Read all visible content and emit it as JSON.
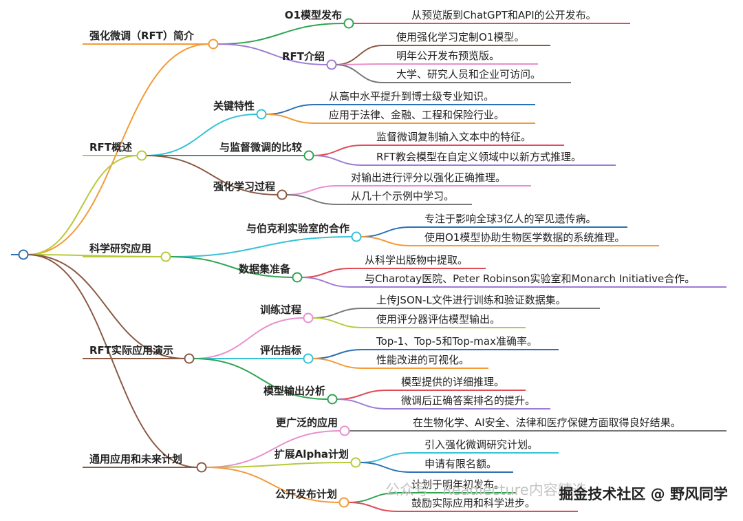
{
  "root": {
    "color": "#2f6fb0"
  },
  "branches": [
    {
      "label": "强化微调（RFT）简介",
      "color": "#f39a37",
      "children": [
        {
          "label": "O1模型发布",
          "color": "#2ea44f",
          "leaves": [
            {
              "text": "从预览版到ChatGPT和API的公开发布。",
              "color": "#e14b57"
            }
          ]
        },
        {
          "label": "RFT介绍",
          "color": "#9c7bd2",
          "leaves": [
            {
              "text": "使用强化学习定制O1模型。",
              "color": "#8a5a44"
            },
            {
              "text": "明年公开发布预览版。",
              "color": "#e88fce"
            },
            {
              "text": "大学、研究人员和企业可访问。",
              "color": "#777777"
            }
          ]
        }
      ]
    },
    {
      "label": "RFT概述",
      "color": "#b8c93a",
      "children": [
        {
          "label": "关键特性",
          "color": "#35c2d6",
          "leaves": [
            {
              "text": "从高中水平提升到博士级专业知识。",
              "color": "#2b6fb4"
            },
            {
              "text": "应用于法律、金融、工程和保险行业。",
              "color": "#f39a37"
            }
          ]
        },
        {
          "label": "与监督微调的比较",
          "color": "#2ea44f",
          "leaves": [
            {
              "text": "监督微调复制输入文本中的特征。",
              "color": "#e14b57"
            },
            {
              "text": "RFT教会模型在自定义领域中以新方式推理。",
              "color": "#9c7bd2"
            }
          ]
        },
        {
          "label": "强化学习过程",
          "color": "#8a5a44",
          "leaves": [
            {
              "text": "对输出进行评分以强化正确推理。",
              "color": "#e88fce"
            },
            {
              "text": "从几十个示例中学习。",
              "color": "#777777"
            }
          ]
        }
      ]
    },
    {
      "label": "科学研究应用",
      "color": "#b8c93a",
      "children": [
        {
          "label": "与伯克利实验室的合作",
          "color": "#35c2d6",
          "leaves": [
            {
              "text": "专注于影响全球3亿人的罕见遗传病。",
              "color": "#2b6fb4"
            },
            {
              "text": "使用O1模型协助生物医学数据的系统推理。",
              "color": "#f39a37"
            }
          ]
        },
        {
          "label": "数据集准备",
          "color": "#2ea44f",
          "leaves": [
            {
              "text": "从科学出版物中提取。",
              "color": "#e14b57"
            },
            {
              "text": "与Charotay医院、Peter Robinson实验室和Monarch Initiative合作。",
              "color": "#9c7bd2"
            }
          ]
        }
      ]
    },
    {
      "label": "RFT实际应用演示",
      "color": "#8a5a44",
      "children": [
        {
          "label": "训练过程",
          "color": "#e88fce",
          "leaves": [
            {
              "text": "上传JSON-L文件进行训练和验证数据集。",
              "color": "#777777"
            },
            {
              "text": "使用评分器评估模型输出。",
              "color": "#b8c93a"
            }
          ]
        },
        {
          "label": "评估指标",
          "color": "#35c2d6",
          "leaves": [
            {
              "text": "Top-1、Top-5和Top-max准确率。",
              "color": "#2b6fb4"
            },
            {
              "text": "性能改进的可视化。",
              "color": "#f39a37"
            }
          ]
        },
        {
          "label": "模型输出分析",
          "color": "#2ea44f",
          "leaves": [
            {
              "text": "模型提供的详细推理。",
              "color": "#e14b57"
            },
            {
              "text": "微调后正确答案排名的提升。",
              "color": "#9c7bd2"
            }
          ]
        }
      ]
    },
    {
      "label": "通用应用和未来计划",
      "color": "#8a5a44",
      "children": [
        {
          "label": "更广泛的应用",
          "color": "#e88fce",
          "leaves": [
            {
              "text": "在生物化学、AI安全、法律和医疗保健方面取得良好结果。",
              "color": "#777777"
            }
          ]
        },
        {
          "label": "扩展Alpha计划",
          "color": "#b8c93a",
          "leaves": [
            {
              "text": "引入强化微调研究计划。",
              "color": "#35c2d6"
            },
            {
              "text": "申请有限名额。",
              "color": "#2b6fb4"
            }
          ]
        },
        {
          "label": "公开发布计划",
          "color": "#f39a37",
          "leaves": [
            {
              "text": "计划于明年初发布。",
              "color": "#2ea44f"
            },
            {
              "text": "鼓励实际应用和科学进步。",
              "color": "#e14b57"
            }
          ]
        }
      ]
    }
  ],
  "watermark": {
    "left": "公众号 · Readlecture内容精选",
    "right": "掘金技术社区 @ 野风同学"
  }
}
